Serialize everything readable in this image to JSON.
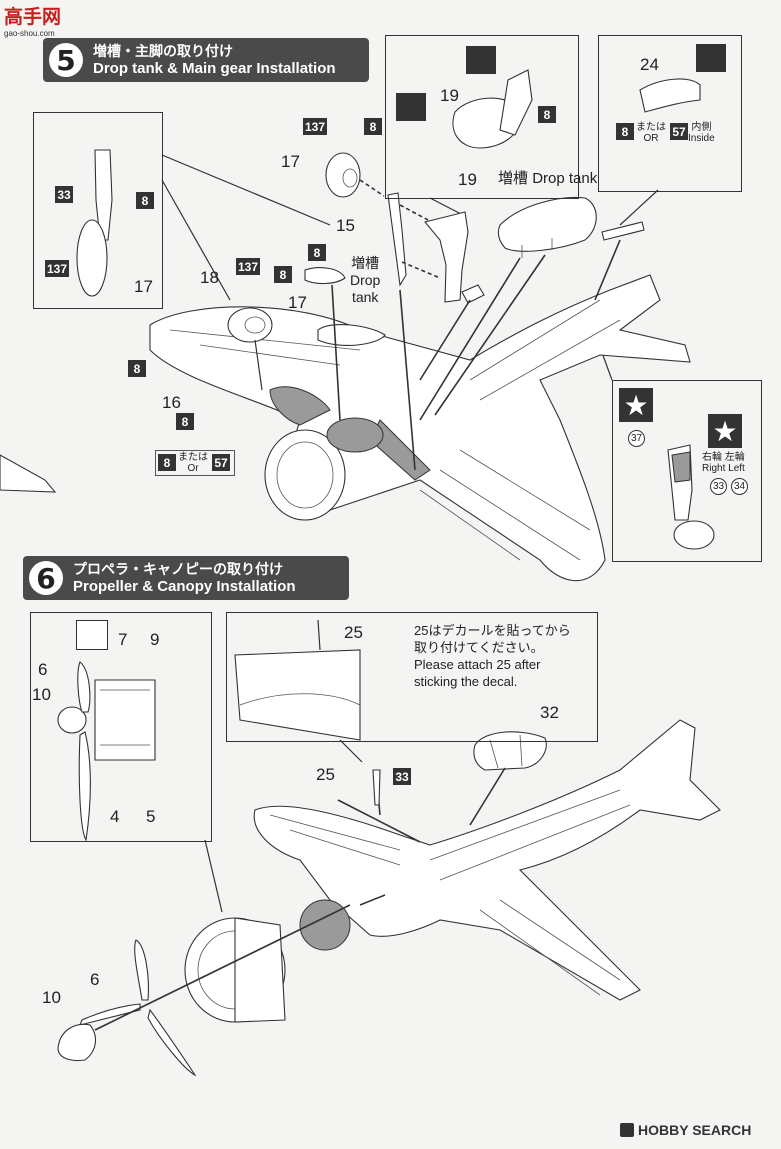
{
  "site_logo": {
    "text": "高手网",
    "url": "gao-shou.com"
  },
  "step5": {
    "number": "5",
    "title_jp": "増槽・主脚の取り付け",
    "title_en": "Drop tank & Main gear Installation",
    "labels": {
      "p17a": "17",
      "p137a": "137",
      "p8a": "8",
      "p19a": "19",
      "p8b": "8",
      "p24": "24",
      "p8c": "8",
      "p57a": "57",
      "or_jp_a": "または",
      "or_en_a": "OR",
      "inside_jp": "内側",
      "inside_en": "Inside",
      "p19b": "19",
      "drop_tank_jp": "増槽",
      "drop_tank_en": "Drop tank",
      "p15": "15",
      "p8d": "8",
      "drop_tank2_jp": "増槽",
      "drop_tank2_en_1": "Drop",
      "drop_tank2_en_2": "tank",
      "p33a": "33",
      "p8e": "8",
      "p137b": "137",
      "p17b": "17",
      "p18": "18",
      "p137c": "137",
      "p8f": "8",
      "p17c": "17",
      "p8g": "8",
      "p16": "16",
      "p8h": "8",
      "p8i": "8",
      "or_jp_b": "または",
      "or_en_b": "Or",
      "p57b": "57",
      "p37": "37",
      "right_jp": "右輪",
      "left_jp": "左輪",
      "right_en": "Right",
      "left_en": "Left",
      "p33b": "33",
      "p34": "34"
    }
  },
  "step6": {
    "number": "6",
    "title_jp": "プロペラ・キャノピーの取り付け",
    "title_en": "Propeller & Canopy Installation",
    "labels": {
      "p7": "7",
      "p9": "9",
      "p6a": "6",
      "p10a": "10",
      "p4": "4",
      "p5": "5",
      "p25a": "25",
      "p25b": "25",
      "p33": "33",
      "p32": "32",
      "p6b": "6",
      "p10b": "10"
    },
    "note_jp_1": "25はデカールを貼ってから",
    "note_jp_2": "取り付けてください。",
    "note_en_1": "Please attach 25 after",
    "note_en_2": "sticking the decal."
  },
  "footer": {
    "brand": "HOBBY SEARCH"
  }
}
